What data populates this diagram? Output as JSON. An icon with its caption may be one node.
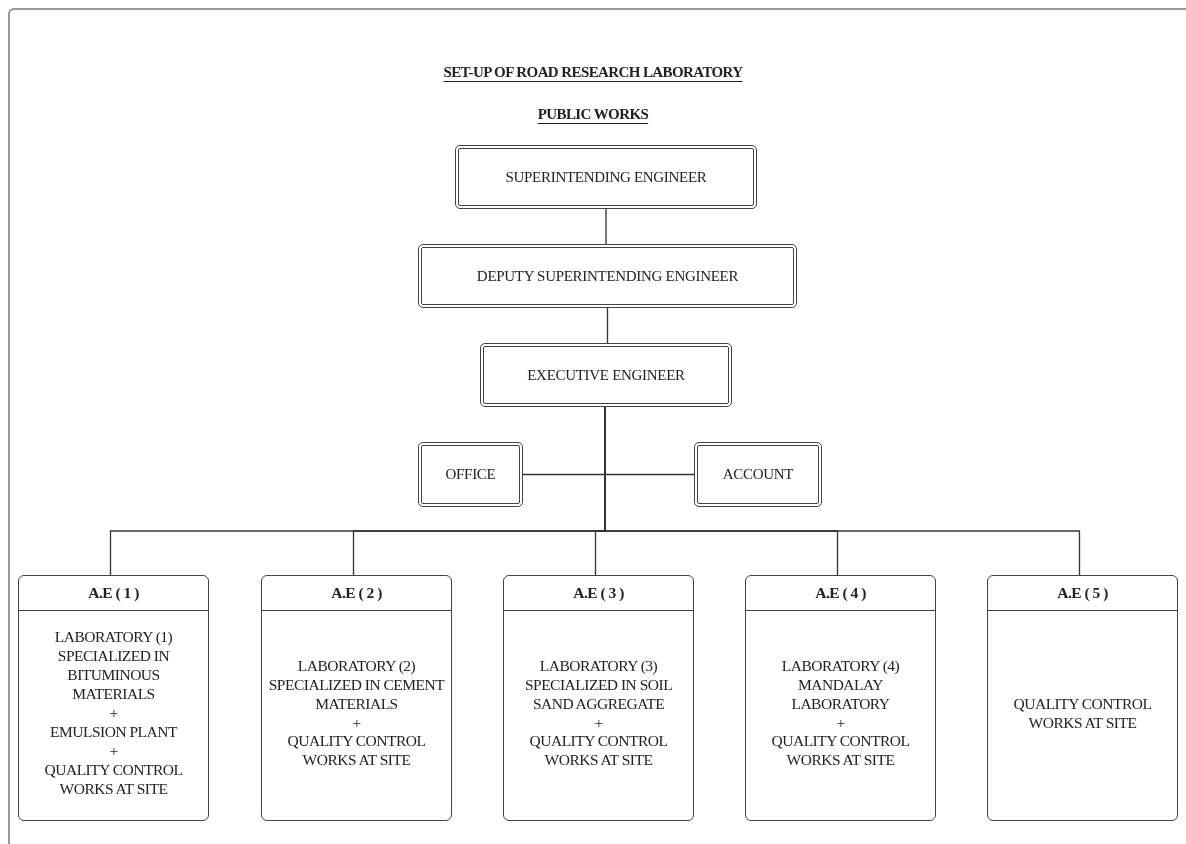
{
  "diagram": {
    "title": "SET-UP OF ROAD RESEARCH LABORATORY",
    "caption": "PUBLIC WORKS",
    "nodes": [
      {
        "text": [
          "SUPERINTENDING ENGINEER"
        ]
      },
      {
        "text": [
          "DEPUTY SUPERINTENDING ENGINEER"
        ]
      },
      {
        "text": [
          "EXECUTIVE ENGINEER"
        ]
      },
      {
        "text": [
          "OFFICE"
        ]
      },
      {
        "text": [
          "ACCOUNT"
        ]
      },
      {
        "text": [
          "A.E ( 1 )",
          "LABORATORY (1) SPECIALIZED IN BITUMINOUS MATERIALS",
          "+",
          "EMULSION PLANT",
          "+",
          "QUALITY CONTROL WORKS AT SITE"
        ]
      },
      {
        "text": [
          "A.E ( 2 )",
          "LABORATORY (2) SPECIALIZED IN CEMENT MATERIALS",
          "+",
          "QUALITY CONTROL WORKS AT SITE"
        ]
      },
      {
        "text": [
          "A.E ( 3 )",
          "LABORATORY (3) SPECIALIZED IN SOIL SAND AGGREGATE",
          "+",
          "QUALITY CONTROL WORKS AT SITE"
        ]
      },
      {
        "text": [
          "A.E ( 4 )",
          "LABORATORY (4) MANDALAY LABORATORY",
          "+",
          "QUALITY CONTROL WORKS AT SITE"
        ]
      },
      {
        "text": [
          "A.E ( 5 )",
          "QUALITY CONTROL WORKS AT SITE"
        ]
      }
    ],
    "edges": [
      {
        "from": 0,
        "to": 1,
        "arrow": "none"
      },
      {
        "from": 1,
        "to": 2,
        "arrow": "none"
      },
      {
        "from": 2,
        "to": 3,
        "arrow": "none"
      },
      {
        "from": 2,
        "to": 4,
        "arrow": "none"
      },
      {
        "from": 2,
        "to": 5,
        "arrow": "none"
      },
      {
        "from": 2,
        "to": 6,
        "arrow": "none"
      },
      {
        "from": 2,
        "to": 7,
        "arrow": "none"
      },
      {
        "from": 2,
        "to": 8,
        "arrow": "none"
      },
      {
        "from": 2,
        "to": 9,
        "arrow": "none"
      }
    ]
  }
}
